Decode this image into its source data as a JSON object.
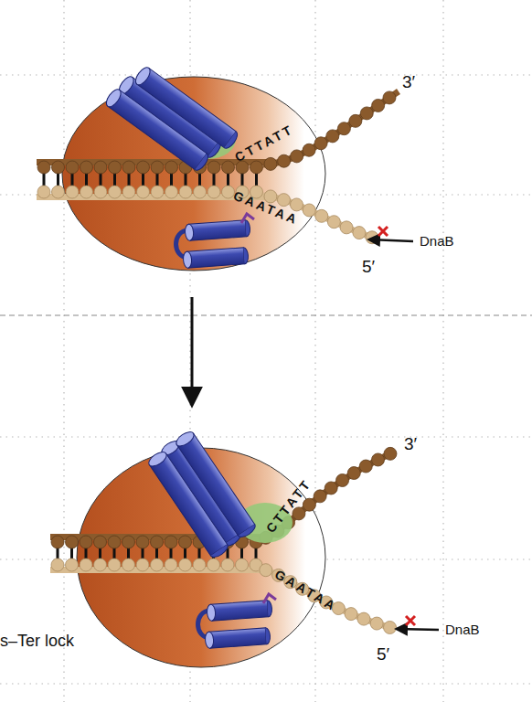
{
  "diagram": {
    "labels": [
      "CTTATT",
      "GAATAA",
      "3′",
      "5′",
      "DnaB",
      "CTTATT",
      "GAATAA",
      "3′",
      "5′",
      "DnaB",
      "s–Ter lock"
    ]
  }
}
